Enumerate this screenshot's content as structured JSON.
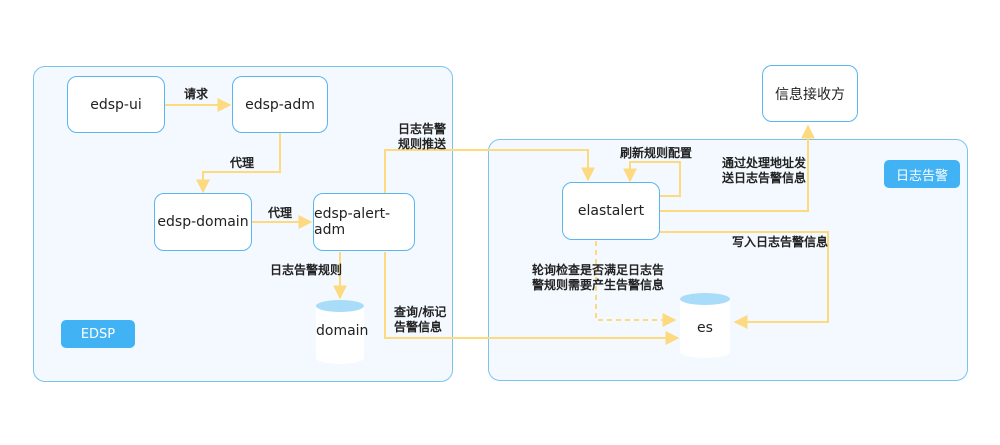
{
  "regions": {
    "edsp": {
      "badge": "EDSP"
    },
    "log_alert": {
      "badge": "日志告警"
    }
  },
  "nodes": {
    "edsp_ui": "edsp-ui",
    "edsp_adm": "edsp-adm",
    "edsp_domain": "edsp-domain",
    "edsp_alert_adm": "edsp-alert-adm",
    "elastalert": "elastalert",
    "info_receiver": "信息接收方"
  },
  "databases": {
    "domain": "domain",
    "es": "es"
  },
  "edges": {
    "request": "请求",
    "proxy1": "代理",
    "proxy2": "代理",
    "log_alert_rule": "日志告警规则",
    "rule_push": "日志告警\n规则推送",
    "refresh_rule": "刷新规则配置",
    "notify": "通过处理地址发\n送日志告警信息",
    "write_alert": "写入日志告警信息",
    "poll_check": "轮询检查是否满足日志告\n警规则需要产生告警信息",
    "query_mark": "查询/标记\n告警信息"
  },
  "colors": {
    "arrow": "#fdd97f",
    "border": "#59b6ee",
    "badge": "#41b3f4",
    "region_bg": "#f3f9fe"
  }
}
